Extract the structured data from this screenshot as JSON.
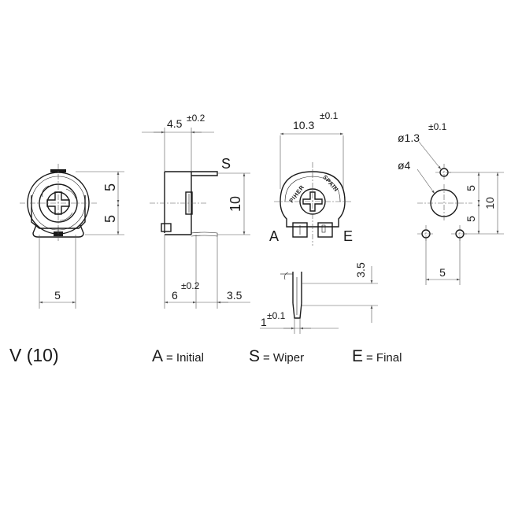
{
  "front_view": {
    "dim_upper": "5",
    "dim_lower": "5",
    "dim_pin_spacing": "5"
  },
  "side_view": {
    "dim_width": "4.5",
    "dim_width_tol": "±0.2",
    "label_wiper": "S",
    "dim_height": "10",
    "dim_pin_offset": "6",
    "dim_pin_offset_tol": "±0.2",
    "dim_pin_length": "3.5"
  },
  "top_view": {
    "dim_width": "10.3",
    "dim_width_tol": "±0.1",
    "label_a": "A",
    "label_e": "E",
    "logo_left": "PIHER",
    "logo_right": "SPAIN"
  },
  "pin_detail": {
    "dim_length": "3.5",
    "dim_width": "1",
    "dim_width_tol": "±0.1"
  },
  "footprint": {
    "hole_small": "ø1.3",
    "hole_small_tol": "±0.1",
    "hole_large": "ø4",
    "dim_upper": "5",
    "dim_lower": "5",
    "dim_total": "10",
    "dim_spacing": "5"
  },
  "model": "V (10)",
  "legend": [
    {
      "key": "A",
      "value": "= Initial"
    },
    {
      "key": "S",
      "value": "= Wiper"
    },
    {
      "key": "E",
      "value": "= Final"
    }
  ]
}
